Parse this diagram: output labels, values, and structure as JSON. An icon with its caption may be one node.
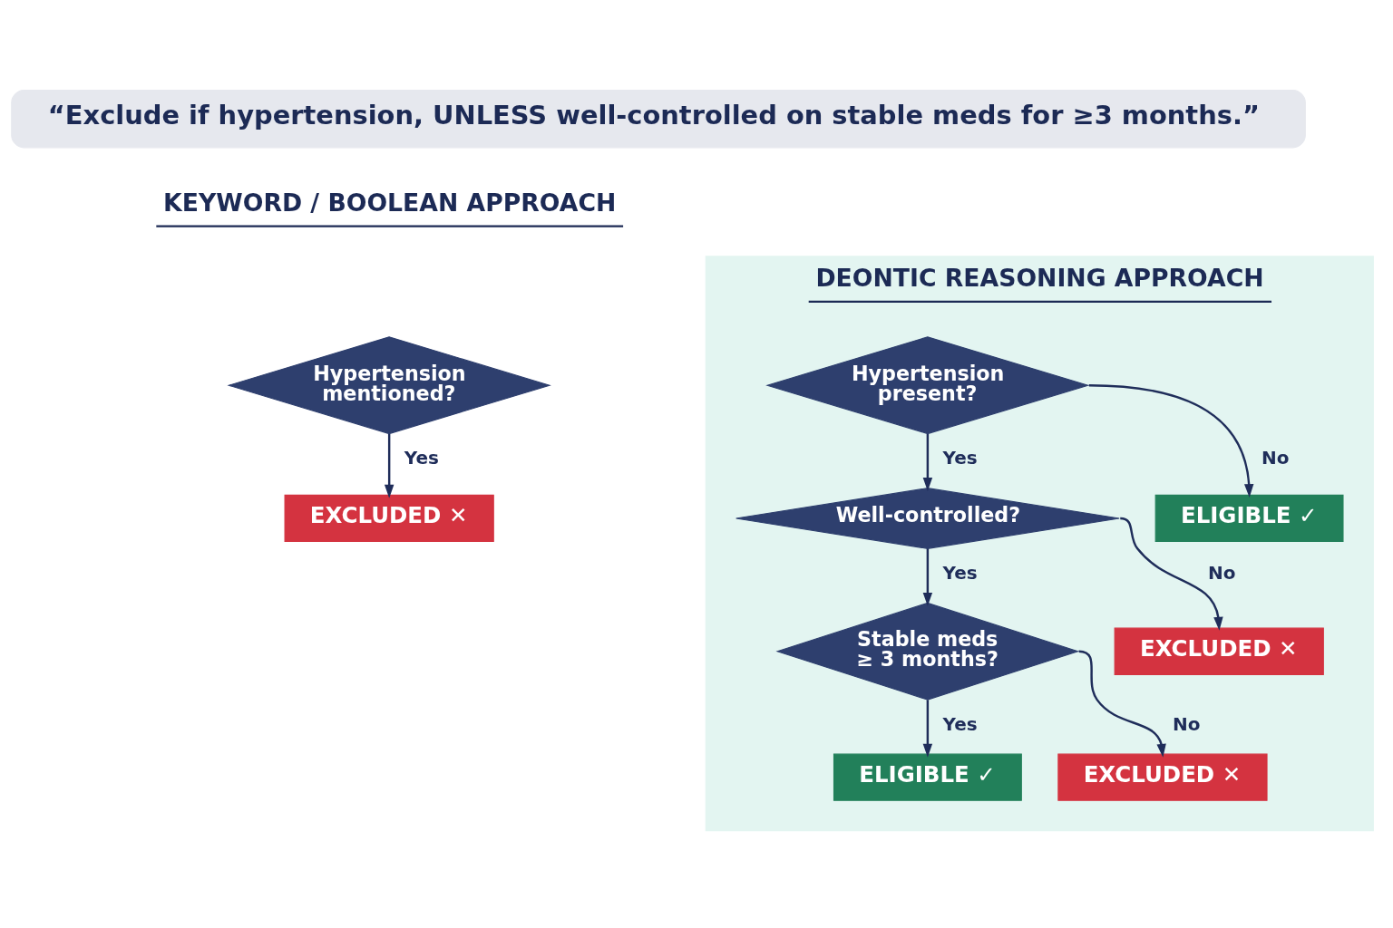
{
  "diagram": {
    "nodes": [
      {
        "text": [
          "“Exclude if hypertension, UNLESS well-controlled on stable meds for ≥3 months.”"
        ]
      },
      {
        "text": [
          "Hypertension mentioned?"
        ]
      },
      {
        "text": [
          "EXCLUDED ✕"
        ]
      },
      {
        "text": [
          "DEONTIC REASONING APPROACH"
        ]
      },
      {
        "text": [
          "Hypertension present?"
        ],
        "in": 3
      },
      {
        "text": [
          "ELIGIBLE ✓"
        ],
        "in": 3
      },
      {
        "text": [
          "Well-controlled?"
        ],
        "in": 3
      },
      {
        "text": [
          "EXCLUDED ✕"
        ],
        "in": 3
      },
      {
        "text": [
          "Stable meds ≥ 3 months?"
        ],
        "in": 3
      },
      {
        "text": [
          "EXCLUDED ✕"
        ],
        "in": 3
      },
      {
        "text": [
          "ELIGIBLE ✓"
        ],
        "in": 3
      }
    ],
    "edges": [
      {
        "from": 1,
        "to": 2,
        "arrow": "to",
        "label": "Yes"
      },
      {
        "from": 4,
        "to": 5,
        "arrow": "to",
        "label": "No"
      },
      {
        "from": 4,
        "to": 6,
        "arrow": "to",
        "label": "Yes"
      },
      {
        "from": 6,
        "to": 7,
        "arrow": "to",
        "label": "No"
      },
      {
        "from": 6,
        "to": 8,
        "arrow": "to",
        "label": "Yes"
      },
      {
        "from": 8,
        "to": 9,
        "arrow": "to",
        "label": "No"
      },
      {
        "from": 8,
        "to": 10,
        "arrow": "to",
        "label": "Yes"
      }
    ],
    "labels": [
      "KEYWORD / BOOLEAN APPROACH"
    ]
  }
}
